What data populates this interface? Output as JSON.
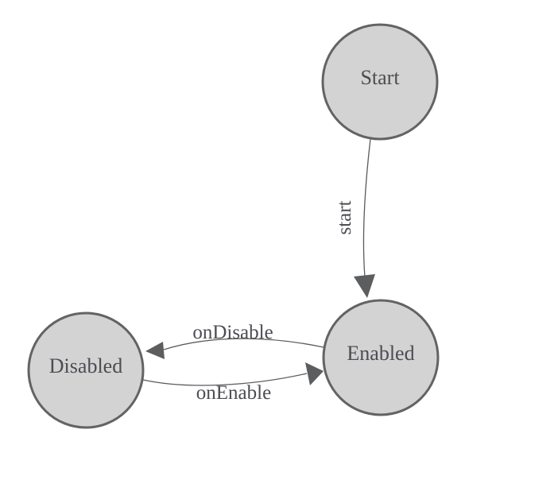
{
  "diagram": {
    "type": "state-machine",
    "nodes": [
      {
        "id": "start",
        "label": "Start"
      },
      {
        "id": "enabled",
        "label": "Enabled"
      },
      {
        "id": "disabled",
        "label": "Disabled"
      }
    ],
    "edges": [
      {
        "from": "start",
        "to": "enabled",
        "label": "start"
      },
      {
        "from": "enabled",
        "to": "disabled",
        "label": "onDisable"
      },
      {
        "from": "disabled",
        "to": "enabled",
        "label": "onEnable"
      }
    ],
    "colors": {
      "background": "#ffffff",
      "node_fill": "#d3d3d3",
      "node_stroke": "#636363",
      "edge_stroke": "#5b5b5b",
      "arrow_fill": "#5c5d5f",
      "label_color": "#4b4d52"
    }
  }
}
